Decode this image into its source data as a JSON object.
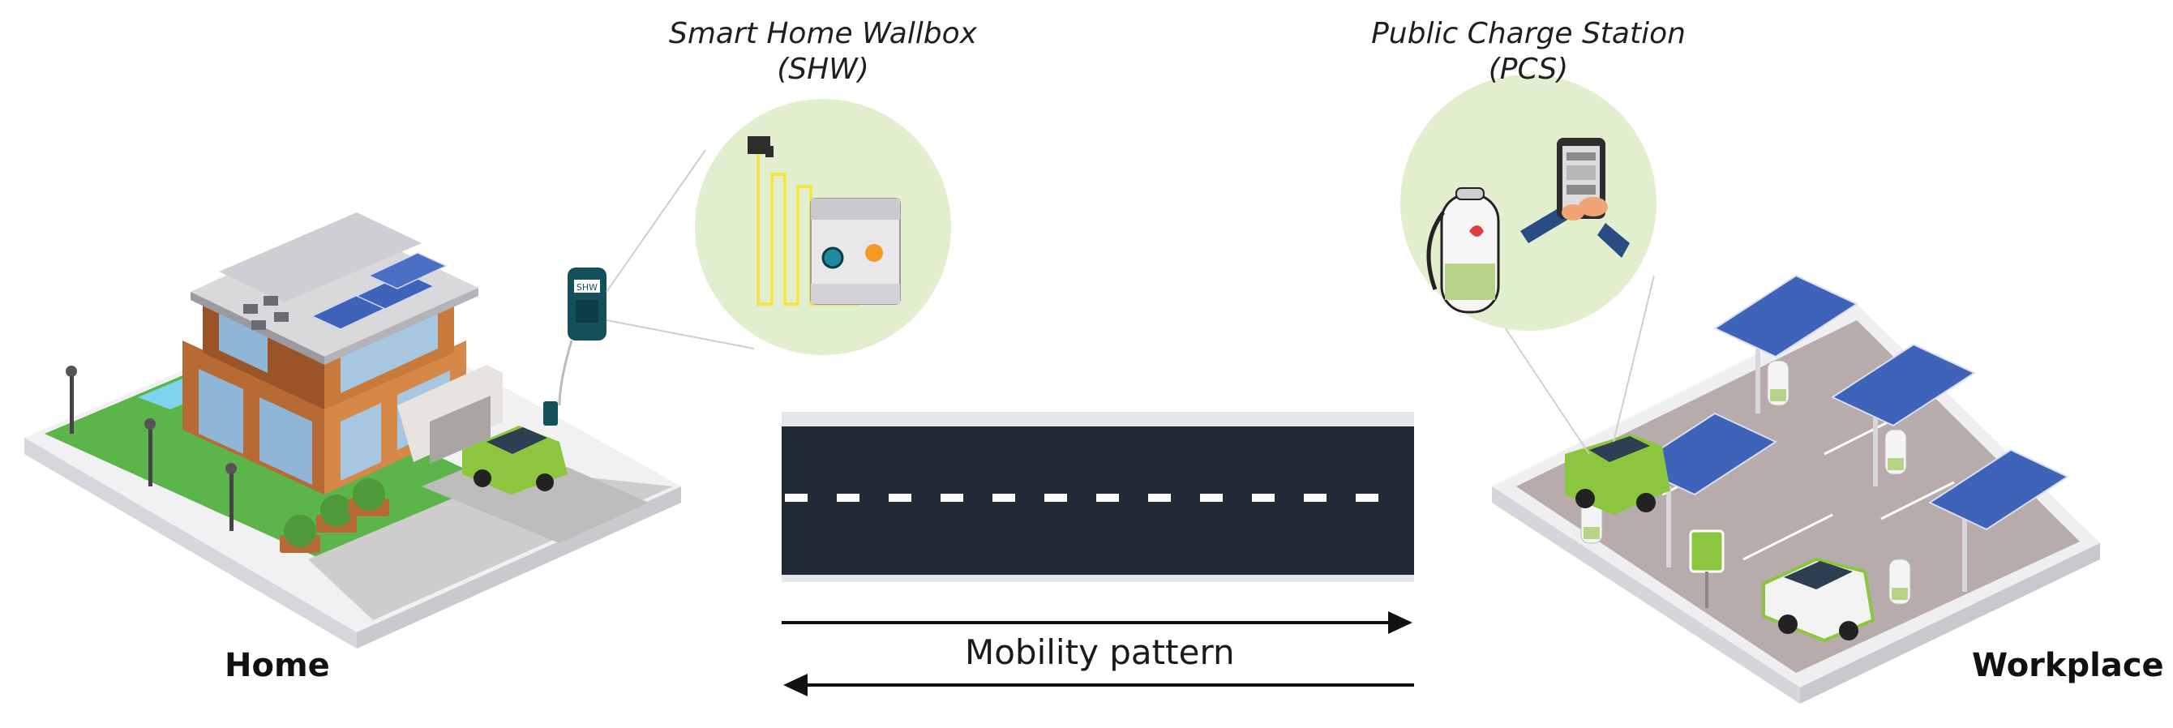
{
  "home_label": "Home",
  "workplace_label": "Workplace",
  "shw": {
    "title_line1": "Smart Home Wallbox",
    "title_line2": "(SHW)",
    "device_text": "SHW"
  },
  "pcs": {
    "title_line1": "Public Charge Station",
    "title_line2": "(PCS)"
  },
  "mobility_label": "Mobility pattern",
  "colors": {
    "grass": "#5bb54a",
    "road": "#222a36",
    "callout_bg": "#e2efcf",
    "solar_panel": "#3f63b8",
    "car": "#8cc63f",
    "charger_teal": "#14505a",
    "cable_yellow": "#f3e44a",
    "pavement": "#d7d4d3"
  },
  "icons": [
    "house-icon",
    "wallbox-icon",
    "car-icon",
    "solar-panel-icon",
    "charging-station-icon",
    "smartphone-icon",
    "road-icon",
    "arrow-right-icon",
    "arrow-left-icon"
  ]
}
